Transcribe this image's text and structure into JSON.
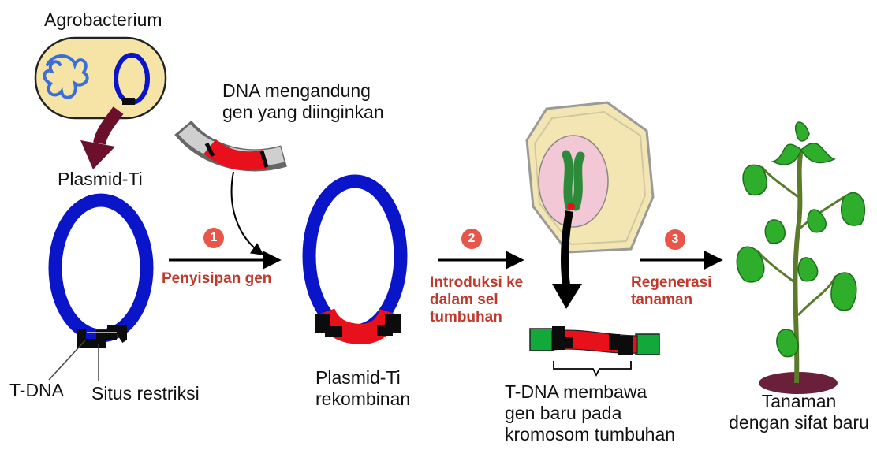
{
  "labels": {
    "agrobacterium": "Agrobacterium",
    "plasmid_ti": "Plasmid-Ti",
    "dna_line1": "DNA mengandung",
    "dna_line2": "gen yang diinginkan",
    "t_dna": "T-DNA",
    "situs_restriksi": "Situs restriksi",
    "recombinant_line1": "Plasmid-Ti",
    "recombinant_line2": "rekombinan",
    "tdna_carry_line1": "T-DNA membawa",
    "tdna_carry_line2": "gen baru pada",
    "tdna_carry_line3": "kromosom tumbuhan",
    "plant_line1": "Tanaman",
    "plant_line2": "dengan sifat baru"
  },
  "steps": [
    {
      "number": "1",
      "lines": [
        "Penyisipan gen"
      ]
    },
    {
      "number": "2",
      "lines": [
        "Introduksi ke",
        "dalam sel",
        "tumbuhan"
      ]
    },
    {
      "number": "3",
      "lines": [
        "Regenerasi",
        "tanaman"
      ]
    }
  ],
  "colors": {
    "plasmid": "#0a14c8",
    "gene": "#e8101a",
    "marker": "#0c0c0c",
    "chromosome_end": "#13a83a",
    "step_text": "#c0392b",
    "badge": "#e8564a",
    "bacterium_fill": "#f6e3a6",
    "bacterium_chromosome": "#3b6fd8",
    "arrow_maroon": "#6b0f2a",
    "cell_fill": "#f3e6b3",
    "nucleus_fill": "#f2c7d6",
    "chromosome": "#2c8a3a",
    "leaf": "#2fae2c",
    "soil": "#6a1f3a"
  }
}
